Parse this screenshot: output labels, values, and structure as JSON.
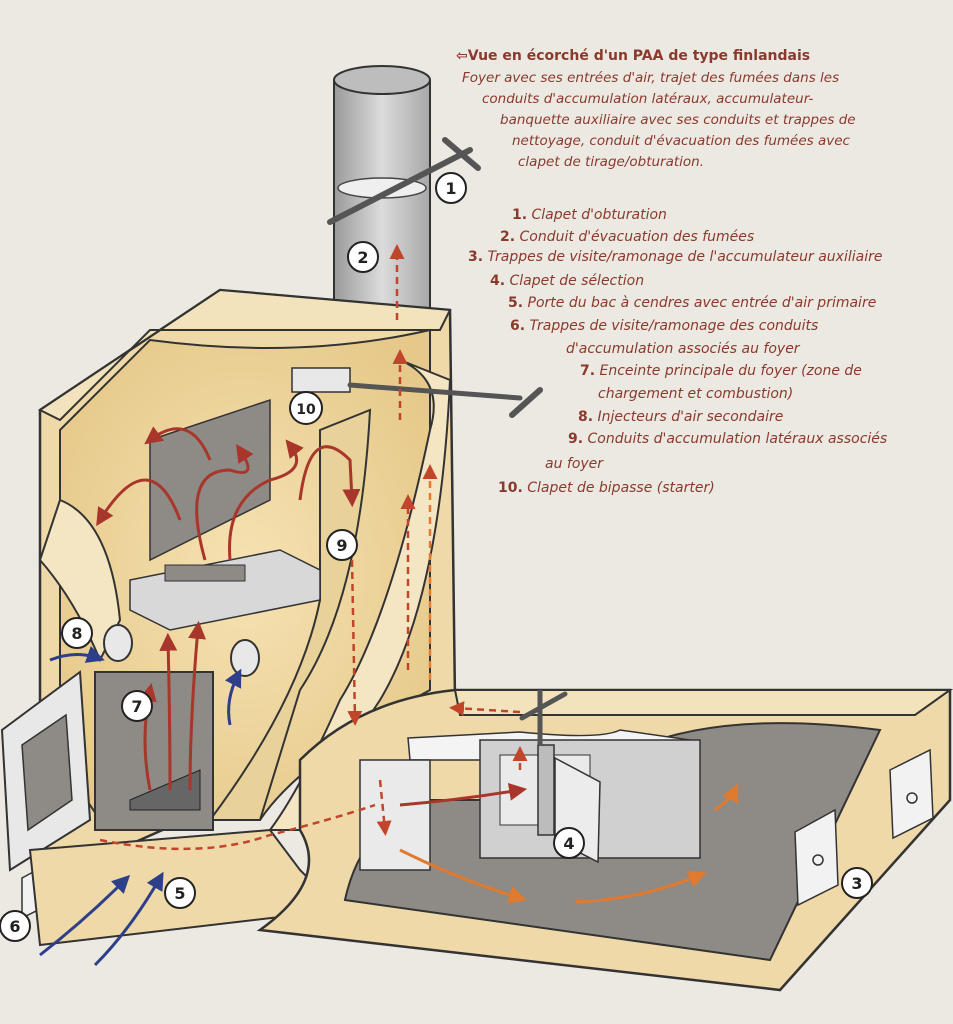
{
  "caption": {
    "title": "⇦Vue en écorché d'un PAA de type finlandais",
    "lines": [
      "Foyer avec ses entrées d'air, trajet des fumées dans les",
      "conduits d'accumulation latéraux, accumulateur-",
      "banquette auxiliaire avec ses conduits et trappes de",
      "nettoyage, conduit d'évacuation des fumées avec",
      "clapet de tirage/obturation."
    ]
  },
  "legend": [
    {
      "num": "1.",
      "text": "Clapet d'obturation"
    },
    {
      "num": "2.",
      "text": "Conduit d'évacuation des fumées"
    },
    {
      "num": "3.",
      "text": "Trappes de visite/ramonage de l'accumulateur auxiliaire"
    },
    {
      "num": "4.",
      "text": "Clapet de sélection"
    },
    {
      "num": "5.",
      "text": "Porte du bac à cendres avec entrée d'air primaire"
    },
    {
      "num": "6.",
      "text": "Trappes de visite/ramonage des conduits"
    },
    {
      "num": "",
      "text": "d'accumulation associés au foyer"
    },
    {
      "num": "7.",
      "text": "Enceinte principale du foyer (zone de"
    },
    {
      "num": "",
      "text": "chargement et combustion)"
    },
    {
      "num": "8.",
      "text": "Injecteurs d'air secondaire"
    },
    {
      "num": "9.",
      "text": "Conduits d'accumulation latéraux associés"
    },
    {
      "num": "",
      "text": "au foyer"
    },
    {
      "num": "10.",
      "text": "Clapet de bipasse (starter)"
    }
  ],
  "callouts": [
    "1",
    "2",
    "3",
    "4",
    "5",
    "6",
    "7",
    "8",
    "9",
    "10"
  ],
  "colors": {
    "text": "#8a3a2c",
    "hot_arrow": "#a8362a",
    "warm_arrow": "#e07a2e",
    "air_arrow": "#2e3f8a",
    "masonry": "#efd9a8",
    "interior": "#8e8a86",
    "metal": "#c9c9c9"
  }
}
